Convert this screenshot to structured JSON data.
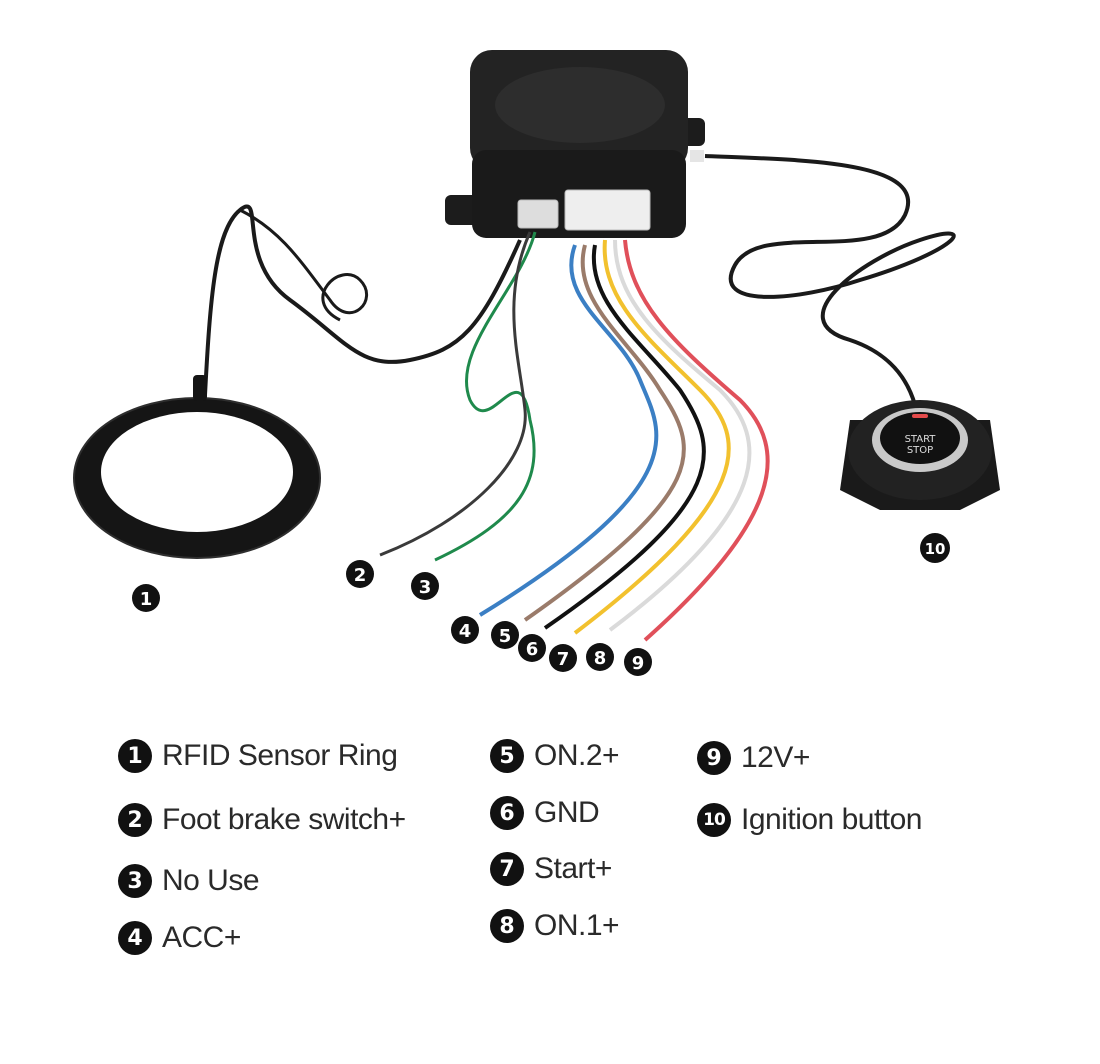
{
  "callouts": {
    "c1": "1",
    "c2": "2",
    "c3": "3",
    "c4": "4",
    "c5": "5",
    "c6": "6",
    "c7": "7",
    "c8": "8",
    "c9": "9",
    "c10": "10"
  },
  "button_face": {
    "line1": "START",
    "line2": "STOP"
  },
  "legend": {
    "items": [
      {
        "num": "1",
        "label": "RFID Sensor Ring"
      },
      {
        "num": "2",
        "label": "Foot brake switch+"
      },
      {
        "num": "3",
        "label": "No Use"
      },
      {
        "num": "4",
        "label": "ACC+"
      },
      {
        "num": "5",
        "label": "ON.2+"
      },
      {
        "num": "6",
        "label": "GND"
      },
      {
        "num": "7",
        "label": "Start+"
      },
      {
        "num": "8",
        "label": "ON.1+"
      },
      {
        "num": "9",
        "label": "12V+"
      },
      {
        "num": "10",
        "label": "Ignition button"
      }
    ]
  },
  "colors": {
    "wire_brake": "#3a3a3a",
    "wire_nouse": "#1f8a4c",
    "wire_acc": "#3b7fc4",
    "wire_on2": "#9a7b6a",
    "wire_gnd": "#111111",
    "wire_start": "#f2c12e",
    "wire_on1": "#e8e8e8",
    "wire_12v": "#e0505a",
    "module_body": "#1c1c1c"
  }
}
